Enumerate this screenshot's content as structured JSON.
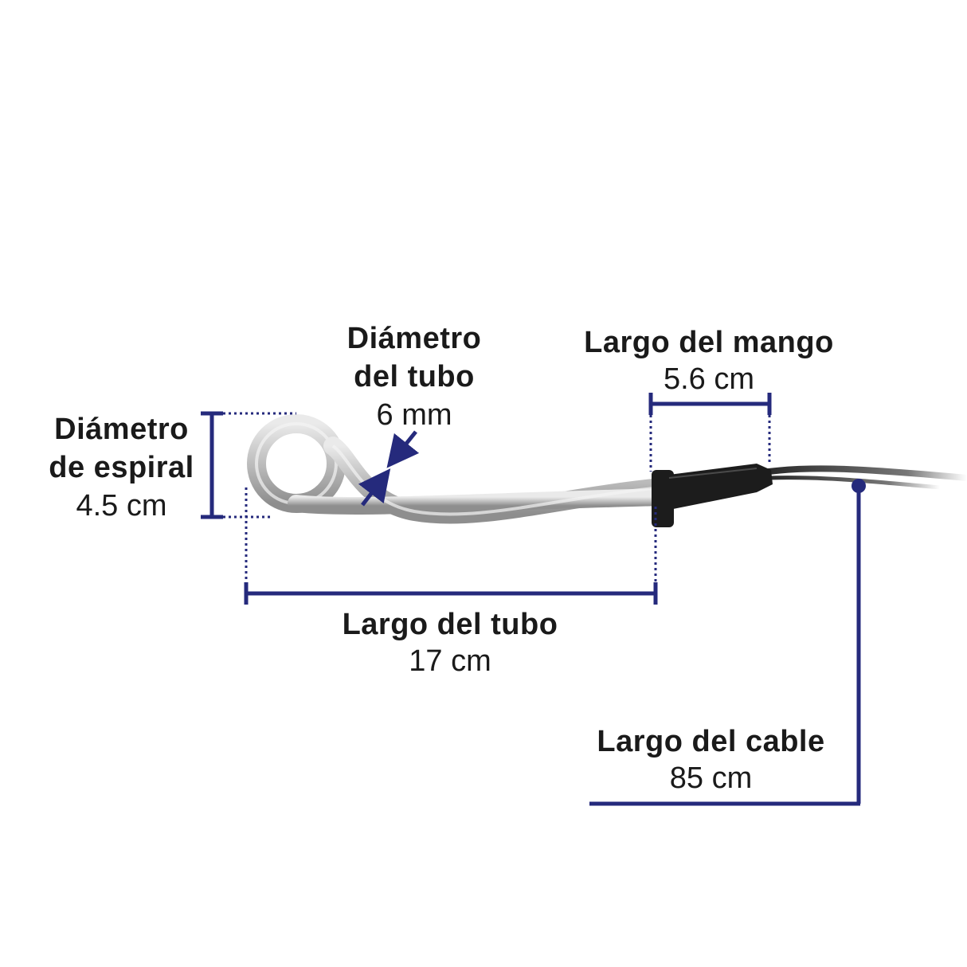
{
  "labels": {
    "coil_diameter": {
      "title_line1": "Diámetro",
      "title_line2": "de espiral",
      "value": "4.5 cm"
    },
    "tube_diameter": {
      "title_line1": "Diámetro",
      "title_line2": "del tubo",
      "value": "6 mm"
    },
    "handle_length": {
      "title": "Largo del mango",
      "value": "5.6 cm"
    },
    "tube_length": {
      "title": "Largo del tubo",
      "value": "17 cm"
    },
    "cable_length": {
      "title": "Largo del cable",
      "value": "85 cm"
    }
  },
  "colors": {
    "dimension_line": "#252a7c",
    "text": "#1a1a1a",
    "tube": "#c4c4c4",
    "handle": "#1c1c1c",
    "background": "#ffffff"
  }
}
